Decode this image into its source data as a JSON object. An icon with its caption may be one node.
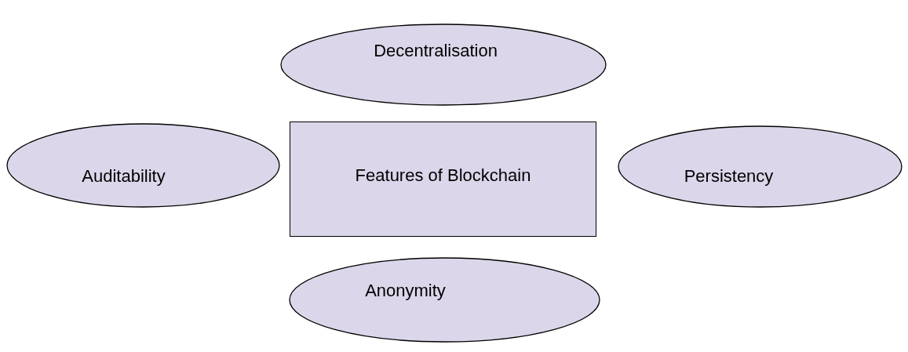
{
  "diagram": {
    "nodes": [
      {
        "text": [
          "Decentralisation"
        ]
      },
      {
        "text": [
          "Auditability"
        ]
      },
      {
        "text": [
          "Features of Blockchain"
        ]
      },
      {
        "text": [
          "Persistency"
        ]
      },
      {
        "text": [
          "Anonymity"
        ]
      }
    ],
    "edges": []
  }
}
